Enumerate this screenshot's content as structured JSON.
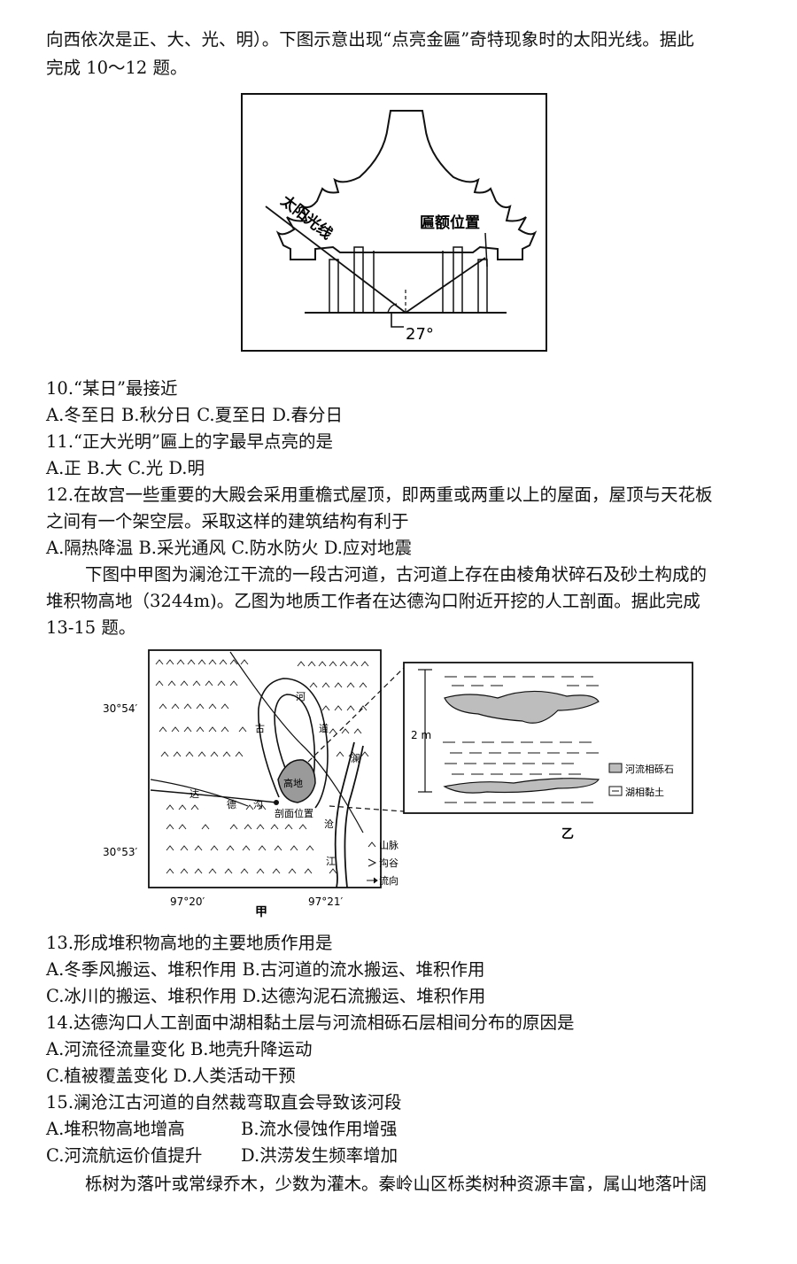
{
  "intro": {
    "line1": "向西依次是正、大、光、明）。下图示意出现“点亮金匾”奇特现象时的太阳光线。据此",
    "line2": "完成 10～12 题。"
  },
  "fig1": {
    "sun_label": "太阳光线",
    "plaque_label": "匾额位置",
    "angle_label": "27°"
  },
  "q10": {
    "stem": "10.“某日”最接近",
    "options": "A.冬至日 B.秋分日 C.夏至日 D.春分日"
  },
  "q11": {
    "stem": "11.“正大光明”匾上的字最早点亮的是",
    "options": "A.正 B.大 C.光 D.明"
  },
  "q12": {
    "stem1": "12.在故宫一些重要的大殿会采用重檐式屋顶，即两重或两重以上的屋面，屋顶与天花板",
    "stem2": "之间有一个架空层。采取这样的建筑结构有利于",
    "options": "A.隔热降温 B.采光通风 C.防水防火 D.应对地震"
  },
  "intro2": {
    "line1": "下图中甲图为澜沧江干流的一段古河道，古河道上存在由棱角状碎石及砂土构成的",
    "line2": "堆积物高地（3244m)。乙图为地质工作者在达德沟口附近开挖的人工剖面。据此完成",
    "line3": "13-15 题。"
  },
  "fig2": {
    "lat_top": "30°54′",
    "lat_bottom": "30°53′",
    "lon_left": "97°20′",
    "lon_right": "97°21′",
    "map_caption": "甲",
    "section_caption": "乙",
    "river_chars": [
      "河",
      "道",
      "古"
    ],
    "lancang_chars": [
      "澜",
      "沧",
      "江"
    ],
    "dade_chars": [
      "达",
      "德",
      "沟"
    ],
    "highland": "高地",
    "profile_pos": "剖面位置",
    "height": "2 m",
    "legend_map": [
      "山脉",
      "沟谷",
      "流向"
    ],
    "legend_section": [
      "河流相砾石",
      "湖相黏土"
    ]
  },
  "q13": {
    "stem": "13.形成堆积物高地的主要地质作用是",
    "opt1": "A.冬季风搬运、堆积作用 B.古河道的流水搬运、堆积作用",
    "opt2": "C.冰川的搬运、堆积作用 D.达德沟泥石流搬运、堆积作用"
  },
  "q14": {
    "stem": "14.达德沟口人工剖面中湖相黏土层与河流相砾石层相间分布的原因是",
    "opt1": "A.河流径流量变化 B.地壳升降运动",
    "opt2": "C.植被覆盖变化 D.人类活动干预"
  },
  "q15": {
    "stem": "15.澜沧江古河道的自然裁弯取直会导致该河段",
    "optA": "A.堆积物高地增高",
    "optB": "B.流水侵蚀作用增强",
    "optC": "C.河流航运价值提升",
    "optD": "D.洪涝发生频率增加"
  },
  "tail": {
    "line1": "栎树为落叶或常绿乔木，少数为灌木。秦岭山区栎类树种资源丰富，属山地落叶阔"
  }
}
